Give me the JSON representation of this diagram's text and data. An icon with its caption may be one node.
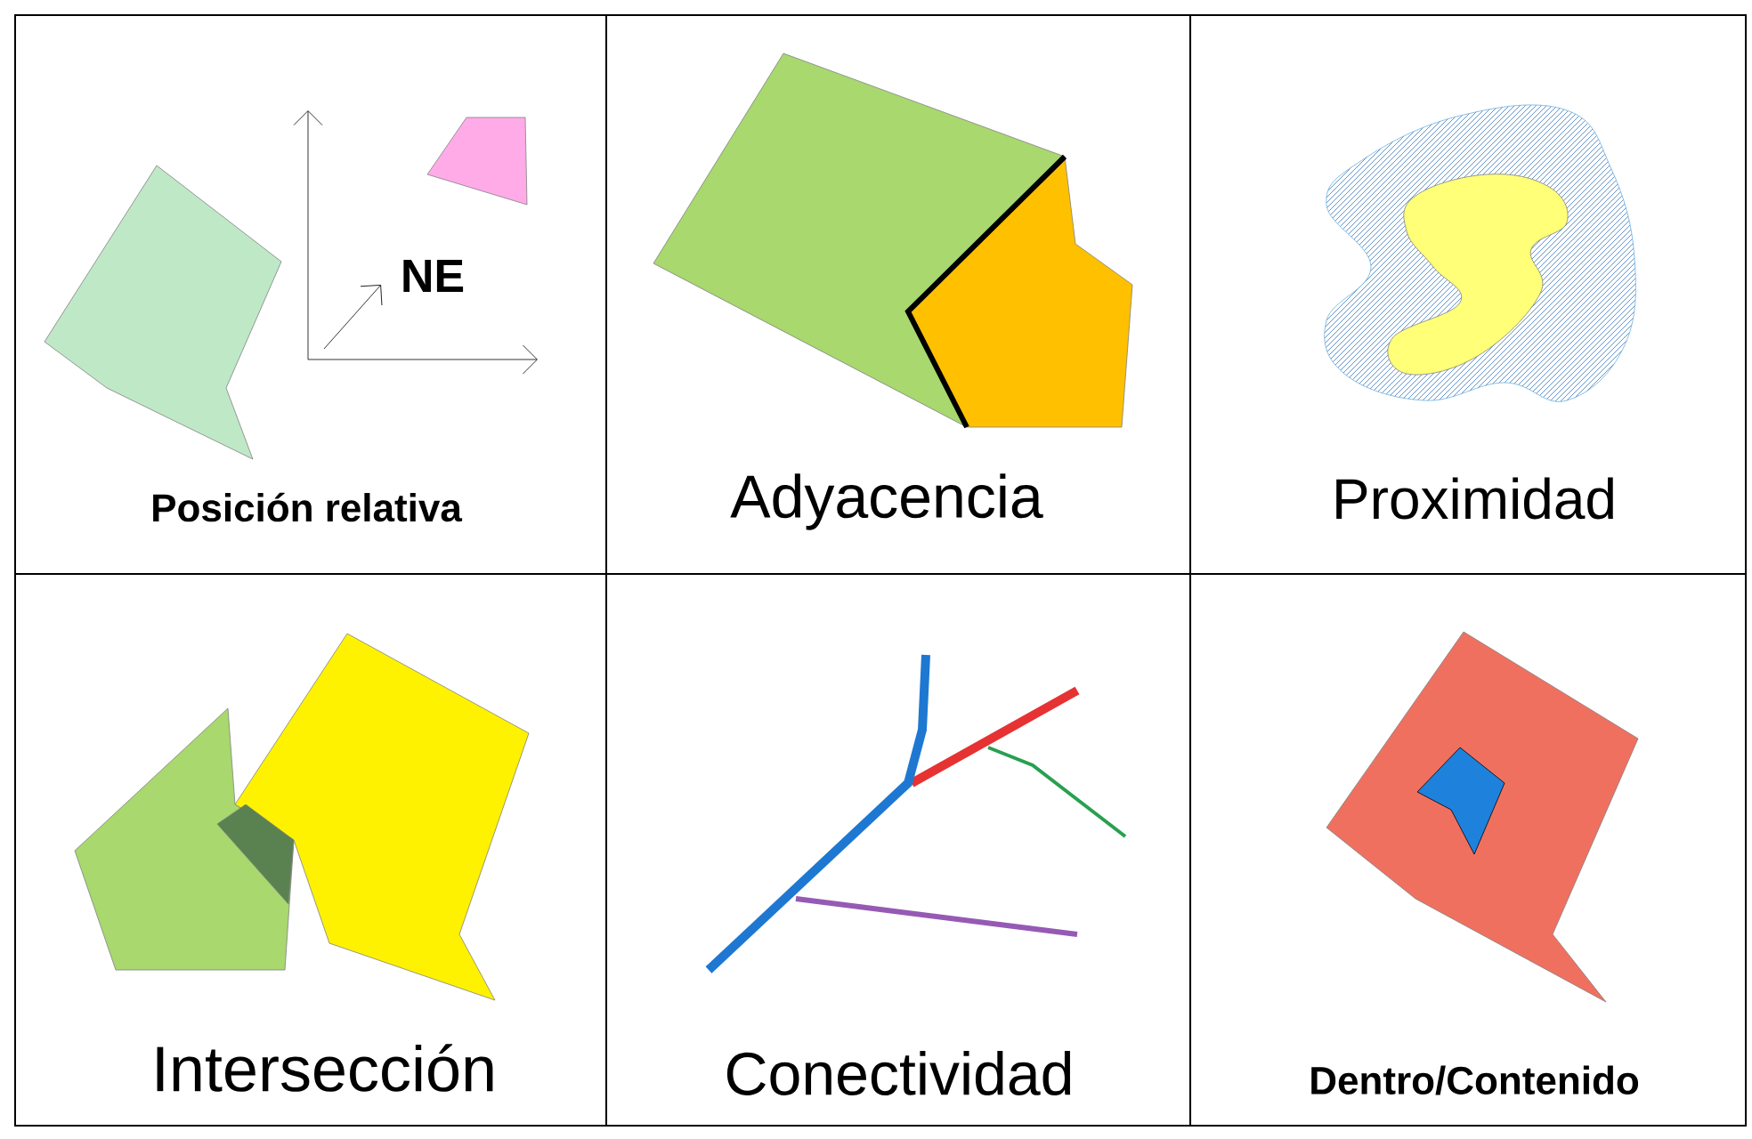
{
  "diagram": {
    "nodes": [
      {
        "text": [
          "Posición relativa"
        ]
      },
      {
        "text": [
          "Adyacencia"
        ]
      },
      {
        "text": [
          "Proximidad"
        ]
      },
      {
        "text": [
          "Intersección"
        ]
      },
      {
        "text": [
          "Conectividad"
        ]
      },
      {
        "text": [
          "Dentro/Contenido"
        ]
      }
    ],
    "labels": [
      "NE"
    ]
  }
}
